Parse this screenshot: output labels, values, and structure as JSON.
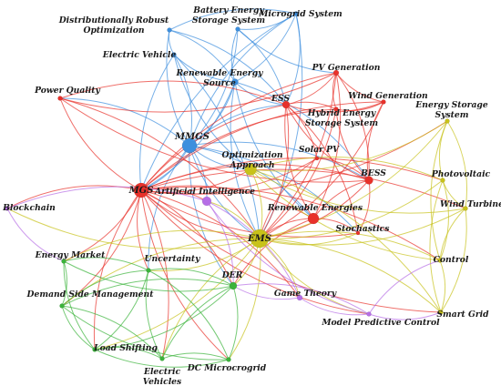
{
  "network": {
    "colors": {
      "red": "#e8312a",
      "blue": "#3d8fde",
      "yellow": "#c8c21a",
      "green": "#3bb33b",
      "purple": "#b66ee6"
    },
    "nodes": [
      {
        "id": "dro",
        "label": "Distributionally Robust",
        "label2": "Optimization",
        "cluster": "blue"
      },
      {
        "id": "bess_sys",
        "label": "Battery Energy",
        "label2": "Storage System",
        "cluster": "blue"
      },
      {
        "id": "microgrid_system",
        "label": "Microgrid System",
        "cluster": "blue"
      },
      {
        "id": "electric_vehicle",
        "label": "Electric Vehicle",
        "cluster": "blue"
      },
      {
        "id": "res",
        "label": "Renewable Energy",
        "label2": "Source",
        "cluster": "blue"
      },
      {
        "id": "mmgs",
        "label": "MMGS",
        "cluster": "blue"
      },
      {
        "id": "power_quality",
        "label": "Power Quality",
        "cluster": "red"
      },
      {
        "id": "pv_generation",
        "label": "PV Generation",
        "cluster": "red"
      },
      {
        "id": "ess",
        "label": "ESS",
        "cluster": "red"
      },
      {
        "id": "wind_generation",
        "label": "Wind Generation",
        "cluster": "red"
      },
      {
        "id": "hess",
        "label": "Hybrid Energy",
        "label2": "Storage System",
        "cluster": "red"
      },
      {
        "id": "solar_pv",
        "label": "Solar PV",
        "cluster": "red"
      },
      {
        "id": "bess",
        "label": "BESS",
        "cluster": "red"
      },
      {
        "id": "mgs",
        "label": "MGS",
        "cluster": "red"
      },
      {
        "id": "renewable_energies",
        "label": "Renewable Energies",
        "cluster": "red"
      },
      {
        "id": "stochastics",
        "label": "Stochastics",
        "cluster": "red"
      },
      {
        "id": "optimization_approach",
        "label": "Optimization",
        "label2": "Approach",
        "cluster": "yellow"
      },
      {
        "id": "energy_storage_system",
        "label": "Energy Storage",
        "label2": "System",
        "cluster": "yellow"
      },
      {
        "id": "photovoltaic",
        "label": "Photovoltaic",
        "cluster": "yellow"
      },
      {
        "id": "wind_turbine",
        "label": "Wind Turbine",
        "cluster": "yellow"
      },
      {
        "id": "control",
        "label": "Control",
        "cluster": "yellow"
      },
      {
        "id": "smart_grid",
        "label": "Smart Grid",
        "cluster": "yellow"
      },
      {
        "id": "ems",
        "label": "EMS",
        "cluster": "yellow"
      },
      {
        "id": "blockchain",
        "label": "Blockchain",
        "cluster": "purple"
      },
      {
        "id": "artificial_intelligence",
        "label": "Artificial Intelligence",
        "cluster": "purple"
      },
      {
        "id": "game_theory",
        "label": "Game Theory",
        "cluster": "purple"
      },
      {
        "id": "mpc",
        "label": "Model Predictive Control",
        "cluster": "purple"
      },
      {
        "id": "energy_market",
        "label": "Energy Market",
        "cluster": "green"
      },
      {
        "id": "uncertainty",
        "label": "Uncertainty",
        "cluster": "green"
      },
      {
        "id": "der",
        "label": "DER",
        "cluster": "green"
      },
      {
        "id": "dsm",
        "label": "Demand Side Management",
        "cluster": "green"
      },
      {
        "id": "load_shifting",
        "label": "Load Shifting",
        "cluster": "green"
      },
      {
        "id": "electric_vehicles",
        "label": "Electric",
        "label2": "Vehicles",
        "cluster": "green"
      },
      {
        "id": "dc_microgrid",
        "label": "DC Microcrogrid",
        "cluster": "green"
      }
    ]
  }
}
